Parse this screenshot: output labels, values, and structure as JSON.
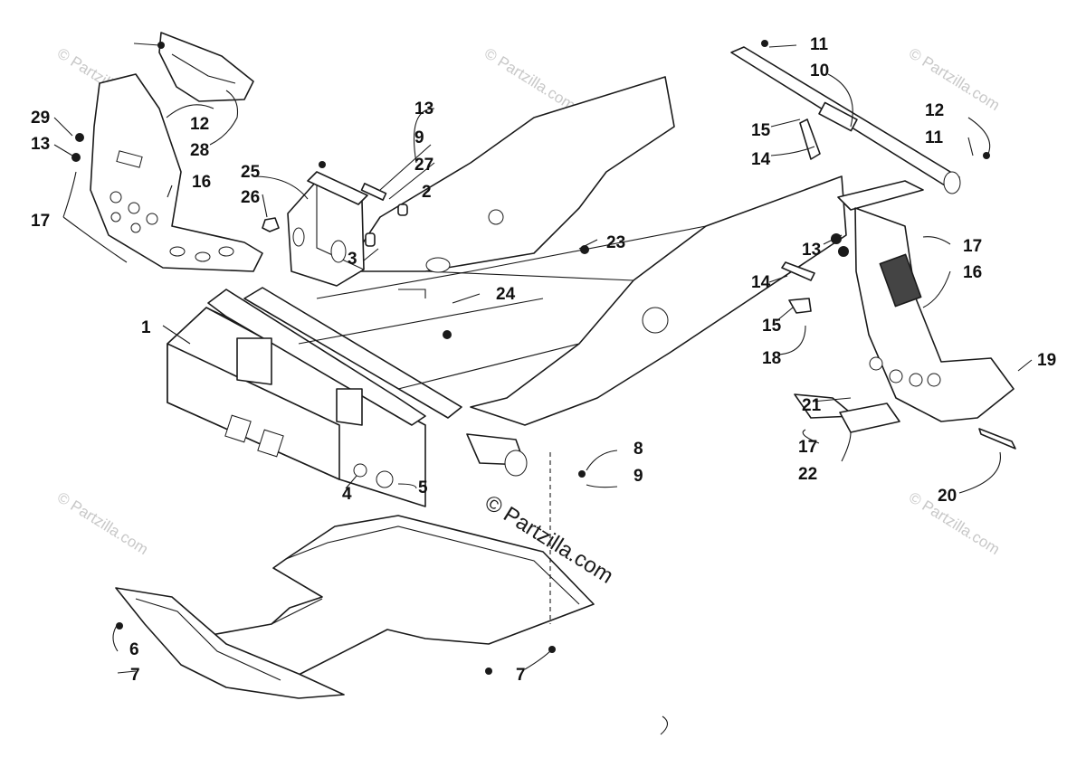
{
  "diagram": {
    "copyright": "© Partzilla.com",
    "watermark": "© Partzilla.com",
    "callouts": {
      "c1": "1",
      "c2": "2",
      "c3": "3",
      "c4": "4",
      "c5": "5",
      "c6": "6",
      "c7a": "7",
      "c7b": "7",
      "c8": "8",
      "c9a": "9",
      "c9b": "9",
      "c10": "10",
      "c11a": "11",
      "c11b": "11",
      "c12a": "12",
      "c12b": "12",
      "c13a": "13",
      "c13b": "13",
      "c13c": "13",
      "c14a": "14",
      "c14b": "14",
      "c15a": "15",
      "c15b": "15",
      "c16a": "16",
      "c16b": "16",
      "c17a": "17",
      "c17b": "17",
      "c17c": "17",
      "c18": "18",
      "c19": "19",
      "c20": "20",
      "c21": "21",
      "c22": "22",
      "c23": "23",
      "c24": "24",
      "c25": "25",
      "c26": "26",
      "c27": "27",
      "c28": "28",
      "c29": "29"
    }
  }
}
